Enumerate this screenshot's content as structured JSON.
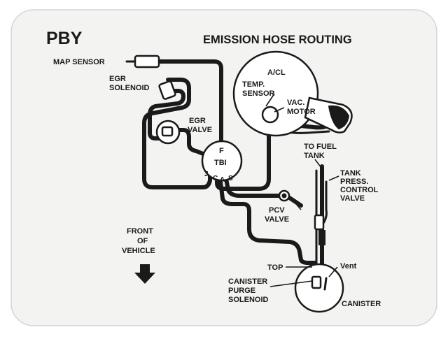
{
  "decal": {
    "code": "PBY",
    "title": "EMISSION HOSE ROUTING",
    "background": "#f3f3f1",
    "ink": "#1a1a1a"
  },
  "labels": {
    "map_sensor": "MAP SENSOR",
    "egr_solenoid_1": "EGR",
    "egr_solenoid_2": "SOLENOID",
    "egr_valve_1": "EGR",
    "egr_valve_2": "VALVE",
    "acl": "A/CL",
    "temp_sensor_1": "TEMP.",
    "temp_sensor_2": "SENSOR",
    "vac_motor_1": "VAC.",
    "vac_motor_2": "MOTOR",
    "tbi_f": "F",
    "tbi": "TBI",
    "tbi_ports": [
      "J",
      "C",
      "A",
      "S"
    ],
    "pcv_1": "PCV",
    "pcv_2": "VALVE",
    "to_fuel_tank_1": "TO FUEL",
    "to_fuel_tank_2": "TANK",
    "tank_press_1": "TANK",
    "tank_press_2": "PRESS.",
    "tank_press_3": "CONTROL",
    "tank_press_4": "VALVE",
    "front_1": "FRONT",
    "front_2": "OF",
    "front_3": "VEHICLE",
    "top": "TOP",
    "vent": "Vent",
    "canister_purge_1": "CANISTER",
    "canister_purge_2": "PURGE",
    "canister_purge_3": "SOLENOID",
    "canister": "CANISTER"
  }
}
